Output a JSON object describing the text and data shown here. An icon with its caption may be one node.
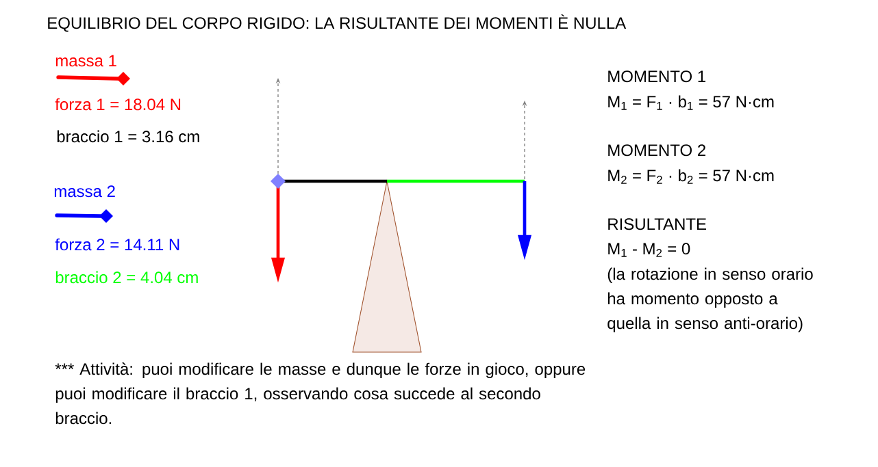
{
  "diagram": {
    "title": "EQUILIBRIO DEL CORPO RIGIDO: LA RISULTANTE DEI MOMENTI È NULLA",
    "labels": [
      "massa 1",
      "forza 1 = 18.04 N",
      "braccio 1 = 3.16 cm",
      "massa 2",
      "forza 2 = 14.11 N",
      "braccio 2 = 4.04 cm",
      "MOMENTO 1",
      "M$_{1}$ = F$_{1}$ · b$_{1}$ = 57 N·cm",
      "MOMENTO 2",
      "M$_{2}$ = F$_{2}$ · b$_{2}$ = 57 N·cm",
      "RISULTANTE",
      "M$_{1}$ - M$_{2}$ = 0",
      "(la rotazione in senso orario ha momento opposto a quella in senso anti-orario)",
      "*** Attività: puoi modificare le masse e dunque le forze in gioco, oppure puoi modificare il braccio 1, osservando cosa succede al secondo braccio."
    ]
  }
}
